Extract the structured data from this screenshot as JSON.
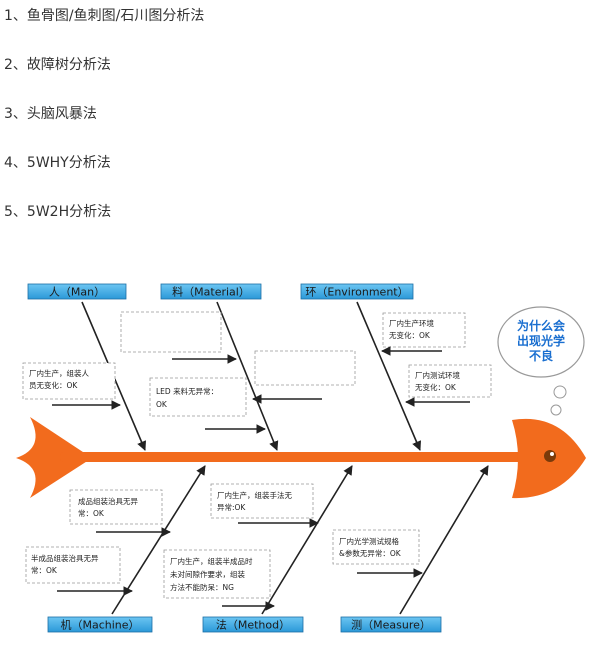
{
  "methods": [
    {
      "label": "1、鱼骨图/鱼刺图/石川图分析法"
    },
    {
      "label": "2、故障树分析法"
    },
    {
      "label": "3、头脑风暴法"
    },
    {
      "label": "4、5WHY分析法"
    },
    {
      "label": "5、5W2H分析法"
    }
  ],
  "fishbone": {
    "categories": {
      "man": "人（Man）",
      "material": "料（Material）",
      "environment": "环（Environment）",
      "machine": "机（Machine）",
      "method": "法（Method）",
      "measure": "测（Measure）"
    },
    "notes": {
      "man_1": [
        "厂内生产，组装人",
        "员无变化：OK"
      ],
      "material_1": [
        "LED 来料无异常：",
        "OK"
      ],
      "env_1": [
        "厂内生产环境",
        "无变化：OK"
      ],
      "env_2": [
        "厂内测试环境",
        "无变化：OK"
      ],
      "machine_1": [
        "成品组装治具无异",
        "常：OK"
      ],
      "machine_2": [
        "半成品组装治具无异",
        "常：OK"
      ],
      "method_1": [
        "厂内生产，组装手法无",
        "异常:OK"
      ],
      "method_2": [
        "厂内生产，组装半成品时",
        "未对间隙作要求，组装",
        "方法不能防呆：NG"
      ],
      "measure_1": [
        "厂内光学测试规格",
        "&参数无异常：OK"
      ]
    },
    "head_question": [
      "为什么会",
      "出现光学",
      "不良"
    ],
    "colors": {
      "fish_body": "#f26b1d",
      "label_fill": "#3aa9e6",
      "bone": "#222222",
      "bubble_text": "#1a6fd0"
    }
  }
}
